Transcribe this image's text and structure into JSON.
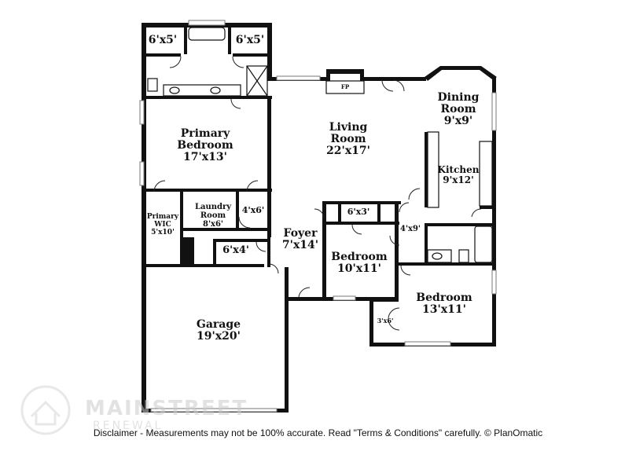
{
  "rooms": {
    "bath_closet_left": {
      "dim": "6'x5'"
    },
    "bath_closet_right": {
      "dim": "6'x5'"
    },
    "fp": {
      "label": "FP"
    },
    "dining": {
      "label1": "Dining",
      "label2": "Room",
      "dim": "9'x9'"
    },
    "primary_bedroom": {
      "label1": "Primary",
      "label2": "Bedroom",
      "dim": "17'x13'"
    },
    "living": {
      "label1": "Living",
      "label2": "Room",
      "dim": "22'x17'"
    },
    "kitchen": {
      "label": "Kitchen",
      "dim": "9'x12'"
    },
    "primary_wic": {
      "label1": "Primary",
      "label2": "WIC",
      "dim": "5'x10'"
    },
    "laundry": {
      "label1": "Laundry",
      "label2": "Room",
      "dim": "8'x6'"
    },
    "hall_4x6": {
      "dim": "4'x6'"
    },
    "closet_6x3": {
      "dim": "6'x3'"
    },
    "foyer": {
      "label": "Foyer",
      "dim": "7'x14'"
    },
    "hall_4x9": {
      "dim": "4'x9'"
    },
    "closet_6x4": {
      "dim": "6'x4'"
    },
    "bedroom_mid": {
      "label": "Bedroom",
      "dim": "10'x11'"
    },
    "bedroom_right": {
      "label": "Bedroom",
      "dim": "13'x11'"
    },
    "closet_3x6": {
      "dim": "3'x6'"
    },
    "garage": {
      "label": "Garage",
      "dim": "19'x20'"
    }
  },
  "logo": {
    "name": "MAINSTREET",
    "sub": "RENEWAL"
  },
  "disclaimer": "Disclaimer - Measurements may not be 100% accurate. Read \"Terms & Conditions\" carefully. © PlanOmatic"
}
